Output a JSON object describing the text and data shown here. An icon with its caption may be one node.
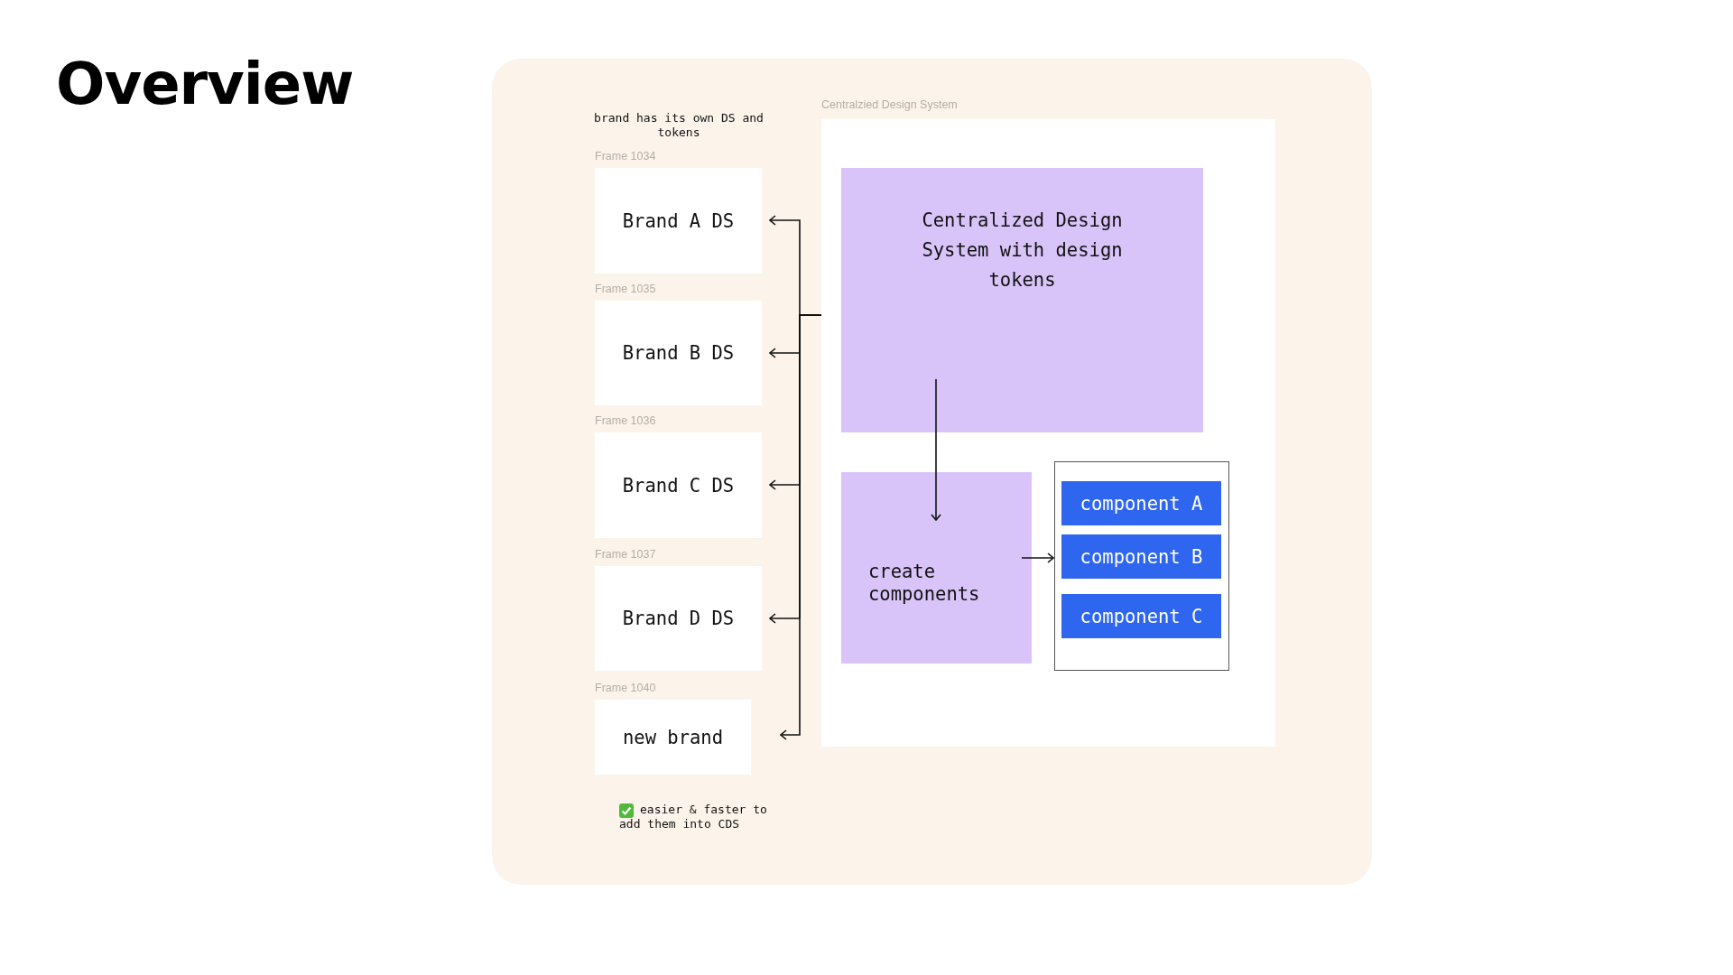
{
  "diagram": {
    "title": "Overview",
    "nodes": [
      {
        "text": [
          "Frame 1034",
          "Brand A DS"
        ]
      },
      {
        "text": [
          "Frame 1035",
          "Brand B DS"
        ]
      },
      {
        "text": [
          "Frame 1036",
          "Brand C DS"
        ]
      },
      {
        "text": [
          "Frame 1037",
          "Brand D DS"
        ]
      },
      {
        "text": [
          "Frame 1040",
          "new brand"
        ]
      },
      {
        "text": [
          "Centralzied Design System"
        ]
      },
      {
        "text": [
          "Centralized Design System with design tokens"
        ],
        "in": 5
      },
      {
        "text": [
          "create components"
        ],
        "in": 5
      },
      {
        "text": [],
        "shape": "box",
        "in": 5
      },
      {
        "text": [
          "component A"
        ],
        "in": 8
      },
      {
        "text": [
          "component B"
        ],
        "in": 8
      },
      {
        "text": [
          "component C"
        ],
        "in": 8
      }
    ],
    "edges": [
      {
        "from": 5,
        "to": 0,
        "arrow": "to"
      },
      {
        "from": 5,
        "to": 1,
        "arrow": "to"
      },
      {
        "from": 5,
        "to": 2,
        "arrow": "to"
      },
      {
        "from": 5,
        "to": 3,
        "arrow": "to"
      },
      {
        "from": 5,
        "to": 4,
        "arrow": "to"
      },
      {
        "from": 6,
        "to": 7,
        "arrow": "to"
      },
      {
        "from": 7,
        "to": 8,
        "arrow": "to"
      }
    ],
    "labels": [
      "brand has its own DS and tokens",
      "easier & faster to add them into CDS"
    ]
  }
}
